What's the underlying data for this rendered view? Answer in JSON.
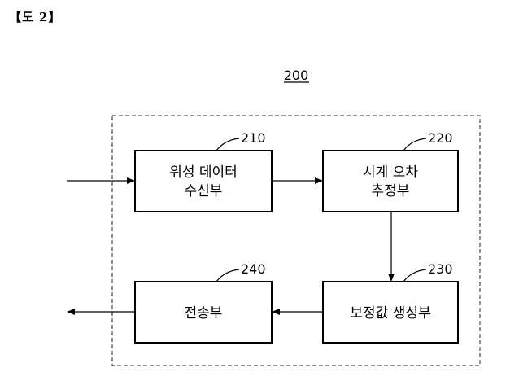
{
  "figure_label": "【도 2】",
  "system_ref": "200",
  "blocks": {
    "b210": {
      "ref": "210",
      "lines": [
        "위성 데이터",
        "수신부"
      ]
    },
    "b220": {
      "ref": "220",
      "lines": [
        "시계 오차",
        "추정부"
      ]
    },
    "b230": {
      "ref": "230",
      "lines": [
        "보정값 생성부"
      ]
    },
    "b240": {
      "ref": "240",
      "lines": [
        "전송부"
      ]
    }
  }
}
